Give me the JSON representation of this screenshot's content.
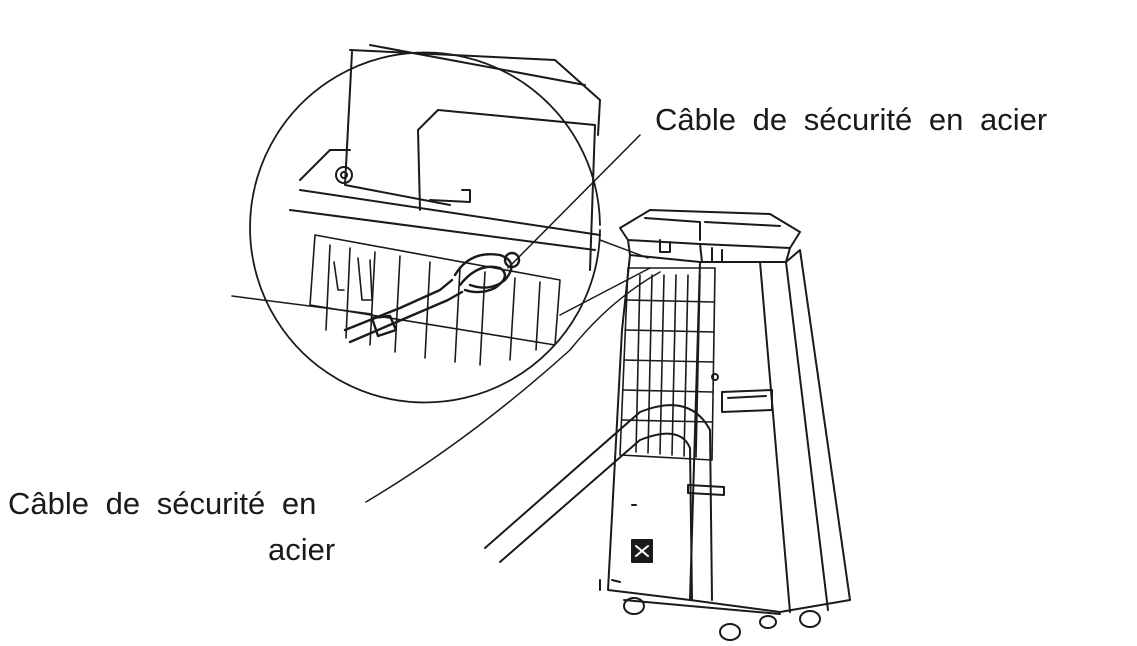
{
  "labels": {
    "top": "Câble de sécurité en acier",
    "bottom_line1": "Câble de sécurité en",
    "bottom_line2": "acier"
  },
  "colors": {
    "line": "#1a1a1a",
    "background": "#ffffff"
  }
}
